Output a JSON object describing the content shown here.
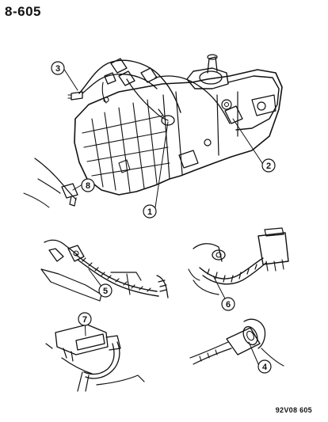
{
  "page_number": "8-605",
  "figure_code": "92V08 605",
  "callouts": [
    {
      "label": "1"
    },
    {
      "label": "2"
    },
    {
      "label": "3"
    },
    {
      "label": "4"
    },
    {
      "label": "5"
    },
    {
      "label": "6"
    },
    {
      "label": "7"
    },
    {
      "label": "8"
    }
  ]
}
